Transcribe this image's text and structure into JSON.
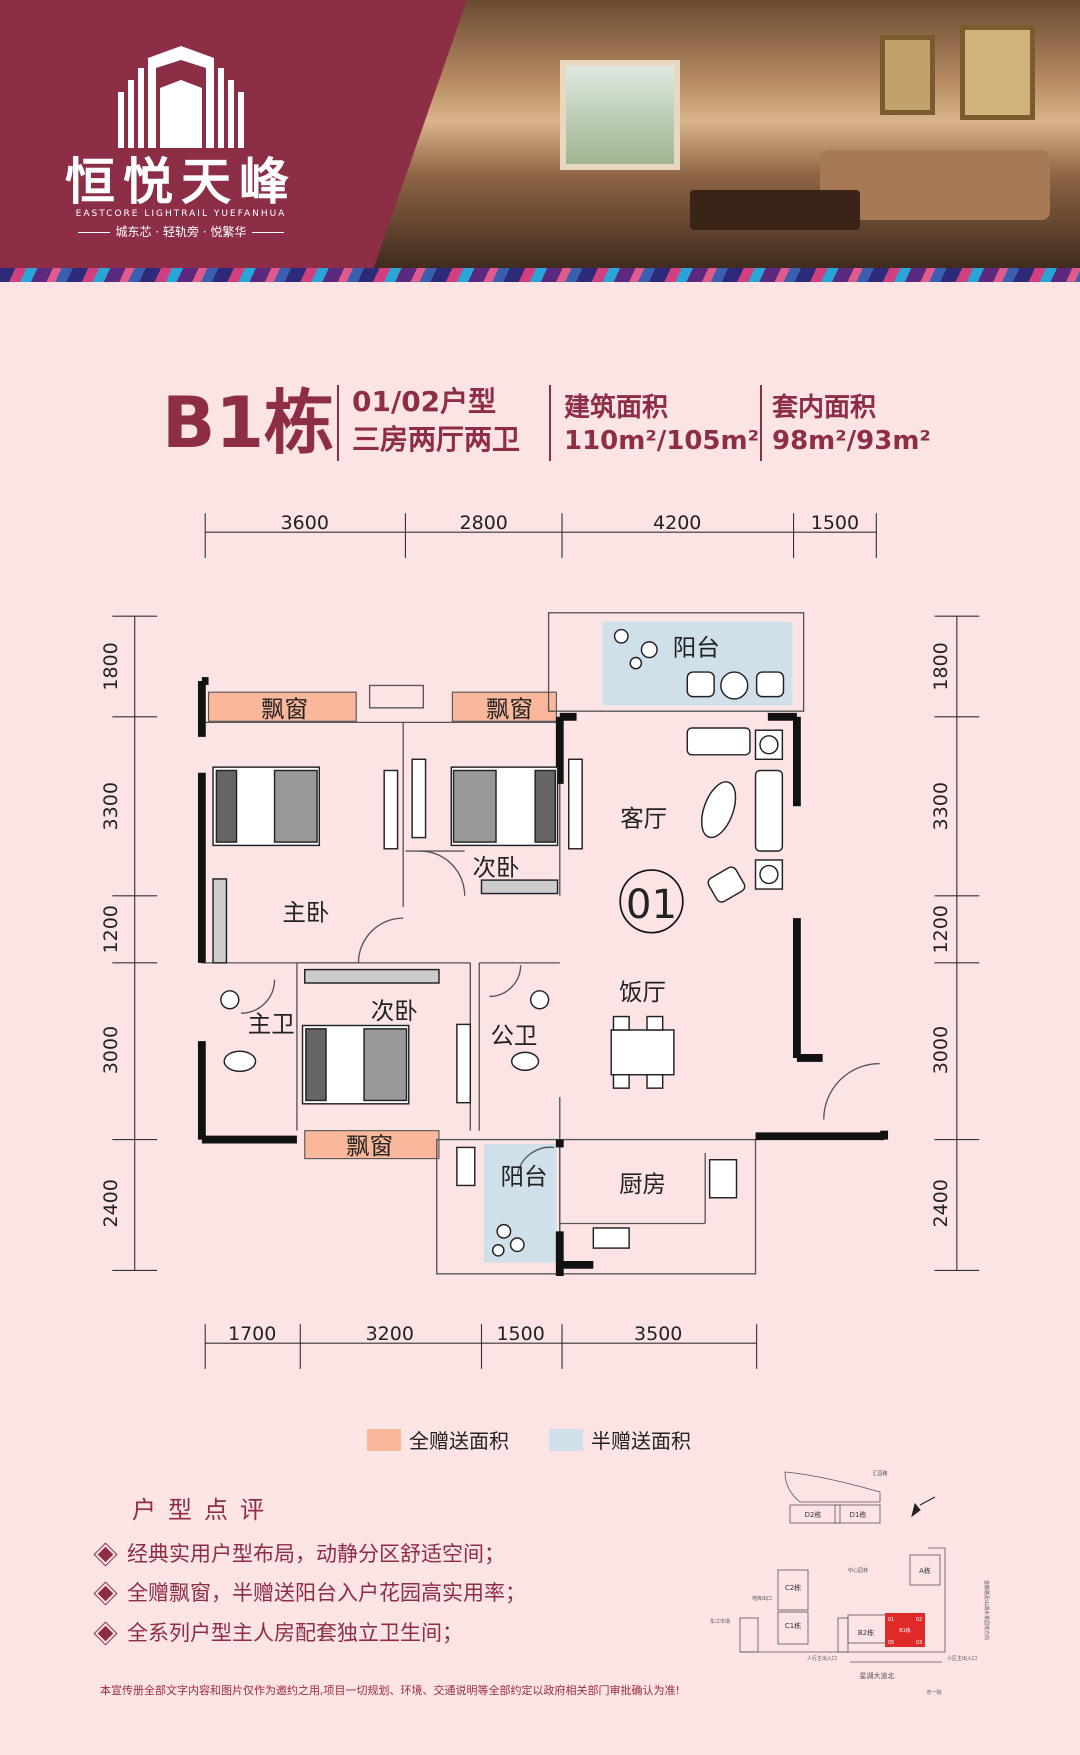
{
  "header": {
    "logo_cn": "恒悦天峰",
    "logo_en": "EASTCORE LIGHTRAIL YUEFANHUA",
    "slogan": "城东芯 · 轻轨旁 · 悦繁华"
  },
  "title": {
    "building": "B1栋",
    "unit_type": "01/02户型",
    "layout": "三房两厅两卫",
    "gross_area_label": "建筑面积",
    "gross_area_value": "110m²/105m²",
    "net_area_label": "套内面积",
    "net_area_value": "98m²/93m²"
  },
  "dimensions": {
    "top": [
      "3600",
      "2800",
      "4200",
      "1500"
    ],
    "bottom": [
      "1700",
      "3200",
      "1500",
      "3500"
    ],
    "left": [
      "1800",
      "3300",
      "1200",
      "3000",
      "2400"
    ],
    "right": [
      "1800",
      "3300",
      "1200",
      "3000",
      "2400"
    ]
  },
  "rooms": {
    "balcony_top": "阳台",
    "bay_window_1": "飘窗",
    "bay_window_2": "飘窗",
    "bay_window_3": "飘窗",
    "living": "客厅",
    "unit_no": "01",
    "master_bed": "主卧",
    "second_bed_top": "次卧",
    "second_bed_bottom": "次卧",
    "master_bath": "主卫",
    "public_bath": "公卫",
    "dining": "饭厅",
    "balcony_bottom": "阳台",
    "kitchen": "厨房"
  },
  "legend": {
    "full_gift": {
      "label": "全赠送面积",
      "color": "#f9b89b"
    },
    "half_gift": {
      "label": "半赠送面积",
      "color": "#cfe0ea"
    }
  },
  "review": {
    "title": "户型点评",
    "items": [
      "经典实用户型布局，动静分区舒适空间；",
      "全赠飘窗，半赠送阳台入户花园高实用率；",
      "全系列户型主人房配套独立卫生间；"
    ]
  },
  "site_map": {
    "road_top": "汇园路",
    "d2": "D2栋",
    "d1": "D1栋",
    "garden": "中心园林",
    "a": "A栋",
    "c2": "C2栋",
    "c1": "C1栋",
    "b2": "B2栋",
    "b1": "B1栋",
    "u01": "01",
    "u02": "02",
    "u05": "05",
    "u03": "03",
    "market": "东江市场",
    "garage_exit": "地库出口",
    "ped_entrance": "人行主出入口",
    "main_entrance": "小区主出入口",
    "road_bottom": "星湖大道北",
    "hospital": "市一院",
    "road_right": "金鹏路及山湖水景园地方向",
    "highlight": "#e02a2a"
  },
  "disclaimer": "本宣传册全部文字内容和图片仅作为邀约之用,项目一切规划、环境、交通说明等全部约定以政府相关部门审批确认为准!"
}
